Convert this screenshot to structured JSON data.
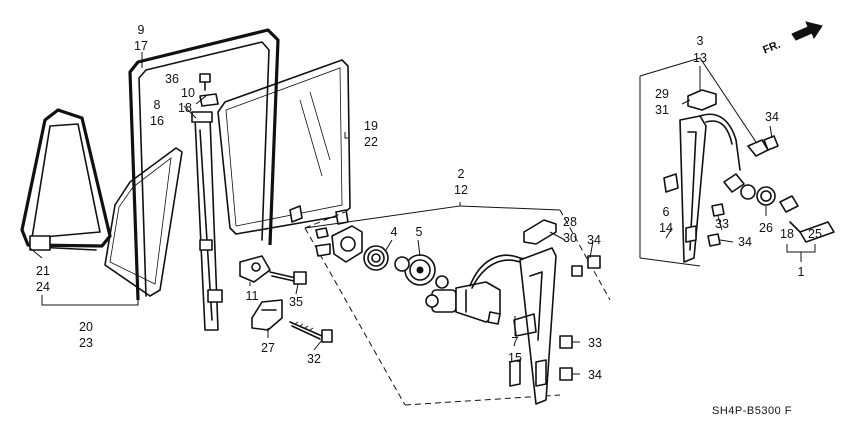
{
  "diagram_code": "SH4P-B5300 F",
  "front_marker": "FR.",
  "labels": {
    "c1": "1",
    "c2": "2",
    "c3": "3",
    "c4": "4",
    "c5": "5",
    "c6": "6",
    "c7": "7",
    "c8": "8",
    "c9": "9",
    "c10": "10",
    "c11": "11",
    "c12": "12",
    "c13": "13",
    "c14": "14",
    "c15": "15",
    "c16": "16",
    "c17": "17",
    "c18a": "18",
    "c18b": "18",
    "c19": "19",
    "c20": "20",
    "c21": "21",
    "c22": "22",
    "c23": "23",
    "c24": "24",
    "c25": "25",
    "c26": "26",
    "c27": "27",
    "c28": "28",
    "c29": "29",
    "c30": "30",
    "c31": "31",
    "c32": "32",
    "c33a": "33",
    "c33b": "33",
    "c34a": "34",
    "c34b": "34",
    "c34c": "34",
    "c34d": "34",
    "c35": "35",
    "c36": "36"
  }
}
